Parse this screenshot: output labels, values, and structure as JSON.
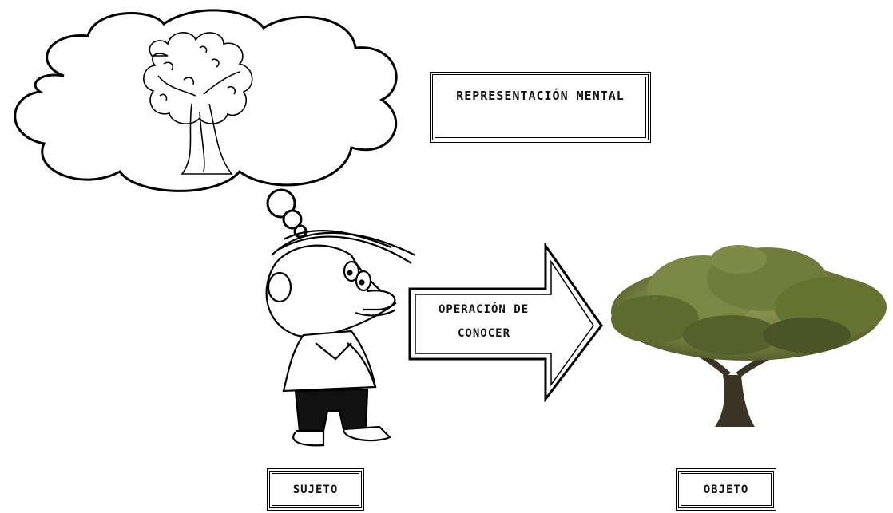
{
  "labels": {
    "mental_representation": "REPRESENTACIÓN MENTAL",
    "operation_line1": "OPERACIÓN DE",
    "operation_line2": "CONOCER",
    "subject": "SUJETO",
    "object": "OBJETO"
  },
  "colors": {
    "ink": "#000000",
    "foliage": "#6f7a3c",
    "foliage_dark": "#4b5426",
    "trunk": "#3a3326",
    "pants": "#111111"
  }
}
